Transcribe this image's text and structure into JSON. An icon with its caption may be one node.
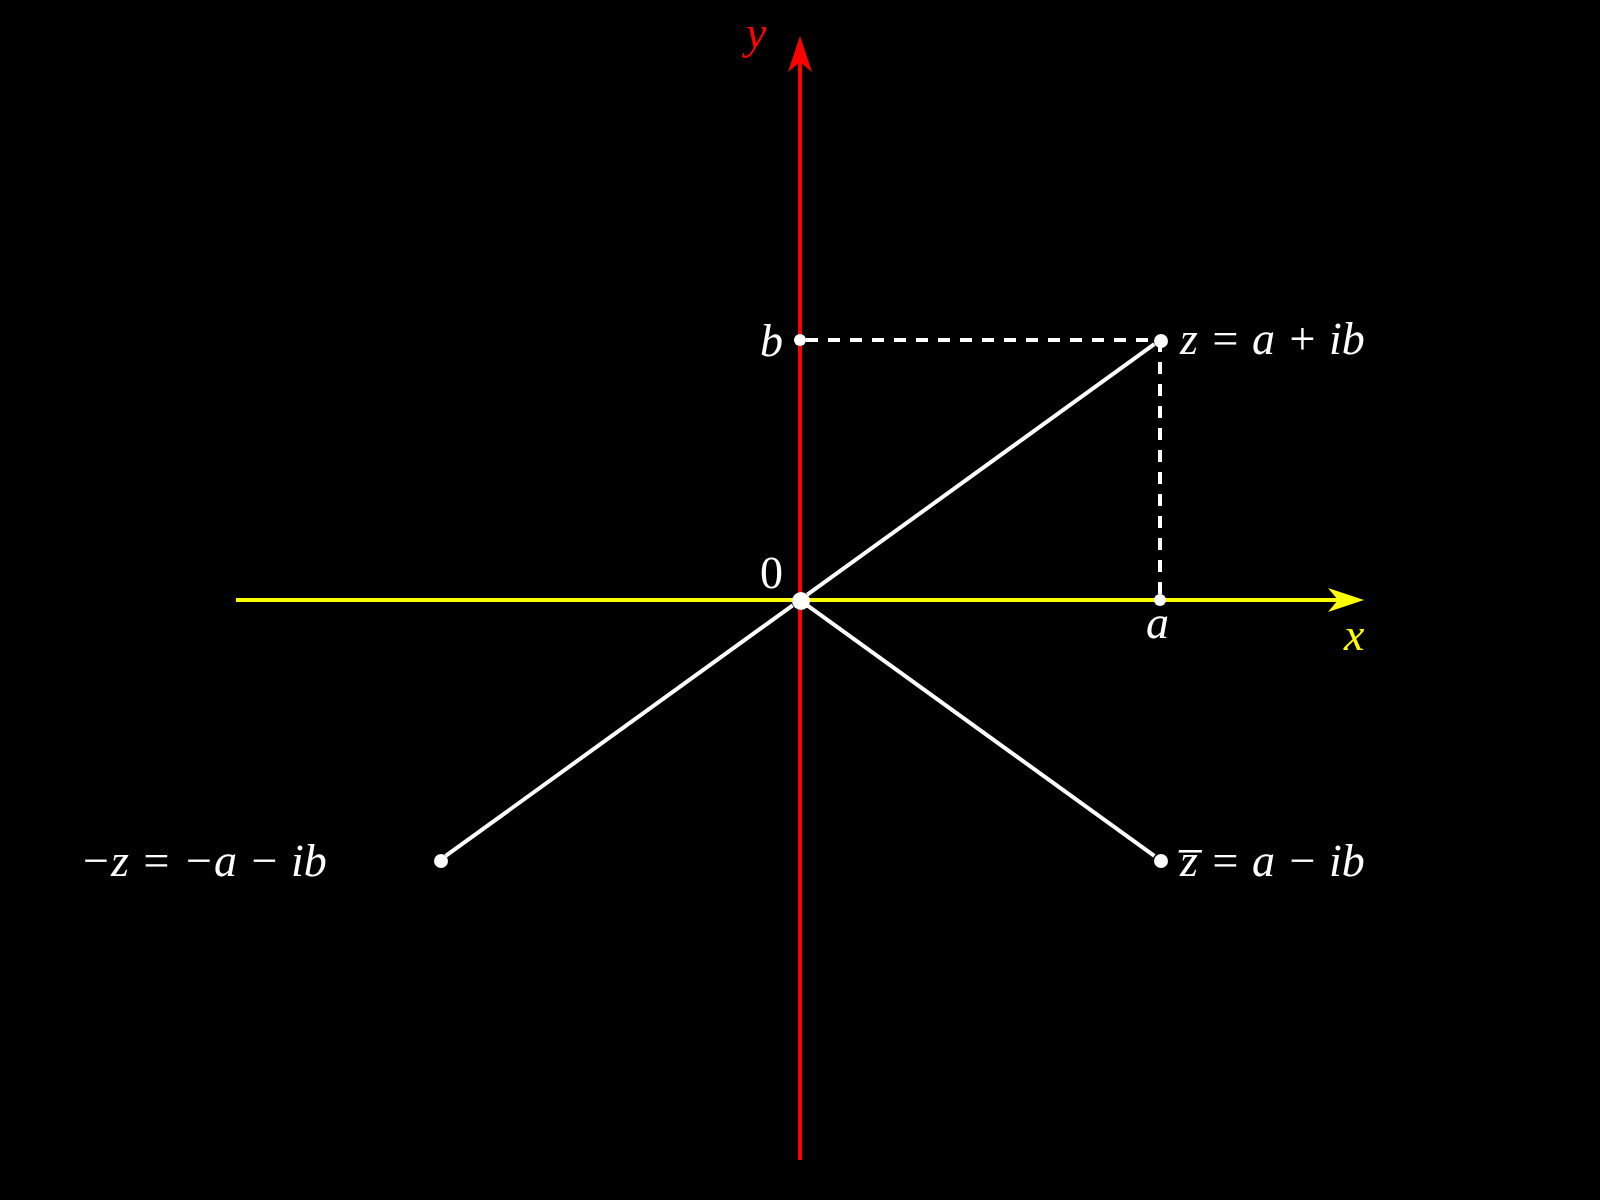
{
  "diagram": {
    "nodes": [
      {
        "text": [],
        "shape": "circle",
        "beside": [
          "0"
        ]
      },
      {
        "text": [],
        "shape": "circle",
        "beside": [
          "z = a + ib"
        ]
      },
      {
        "text": [],
        "shape": "circle",
        "beside": [
          "−z = −a − ib"
        ]
      },
      {
        "text": [],
        "shape": "circle",
        "beside": [
          "z̅ = a − ib"
        ]
      },
      {
        "text": [],
        "shape": "circle",
        "beside": [
          "b"
        ]
      },
      {
        "text": [],
        "shape": "circle",
        "beside": [
          "a"
        ]
      }
    ],
    "edges": [
      {
        "from": 0,
        "to": 1,
        "arrow": "none"
      },
      {
        "from": 0,
        "to": 2,
        "arrow": "none"
      },
      {
        "from": 0,
        "to": 3,
        "arrow": "none"
      },
      {
        "from": 4,
        "to": 1,
        "arrow": "none",
        "style": "dashed"
      },
      {
        "from": 5,
        "to": 1,
        "arrow": "none",
        "style": "dashed"
      }
    ],
    "labels": [
      "y",
      "x"
    ]
  }
}
